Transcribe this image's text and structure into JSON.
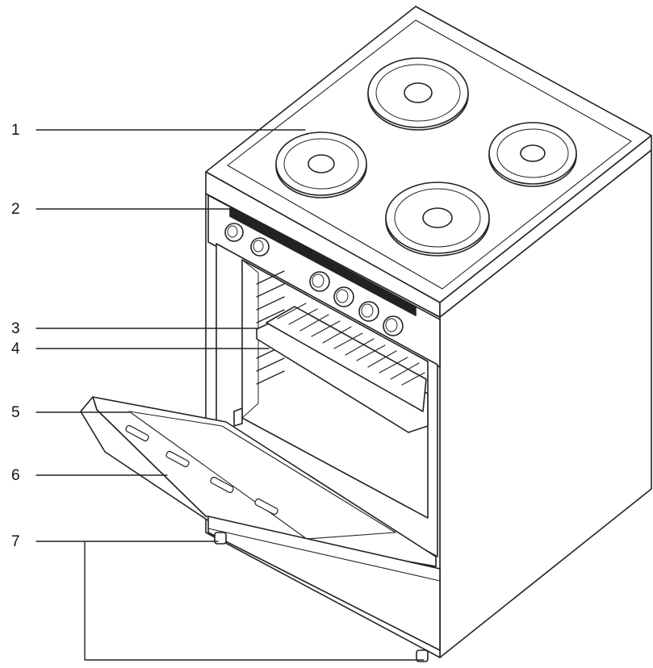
{
  "diagram": {
    "colors": {
      "line": "#222222",
      "fill": "#ffffff"
    },
    "callouts": [
      {
        "id": "1",
        "label": "1"
      },
      {
        "id": "2",
        "label": "2"
      },
      {
        "id": "3",
        "label": "3"
      },
      {
        "id": "4",
        "label": "4"
      },
      {
        "id": "5",
        "label": "5"
      },
      {
        "id": "6",
        "label": "6"
      },
      {
        "id": "7",
        "label": "7"
      }
    ]
  }
}
